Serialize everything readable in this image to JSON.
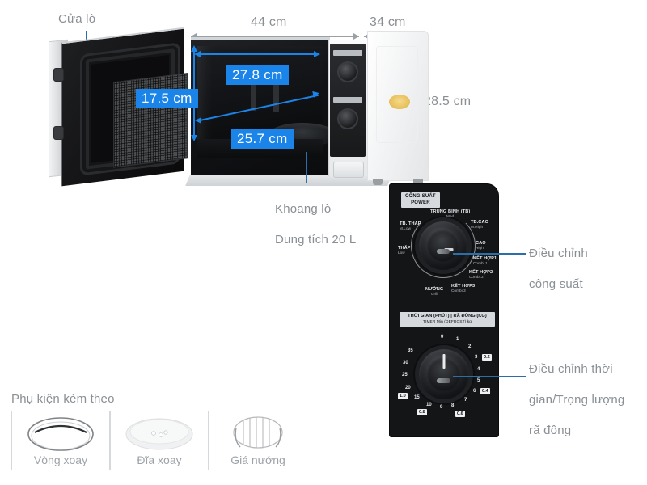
{
  "callouts": {
    "door": "Cửa lò",
    "cavity_line1": "Khoang lò",
    "cavity_line2": "Dung tích 20 L",
    "power_line1": "Điều chỉnh",
    "power_line2": "công suất",
    "timer_line1": "Điều chỉnh thời",
    "timer_line2": "gian/Trọng lượng",
    "timer_line3": "rã đông"
  },
  "dimensions": {
    "width_outer": "44 cm",
    "depth_outer": "34 cm",
    "height_outer": "28.5 cm",
    "door_height": "17.5 cm",
    "cavity_width": "27.8 cm",
    "cavity_depth": "25.7 cm"
  },
  "control_panel": {
    "power_badge_line1": "CÔNG SUẤT",
    "power_badge_line2": "POWER",
    "timer_title_line1": "THỜI GIAN (PHÚT) | RÃ ĐÔNG (KG)",
    "timer_title_line2": "TIMER Min (DEFROST) kg",
    "power_options": [
      {
        "vi": "TRUNG BÌNH (TB)",
        "en": "Med"
      },
      {
        "vi": "TB. THẤP",
        "en": "M.Low"
      },
      {
        "vi": "THẤP",
        "en": "Low"
      },
      {
        "vi": "TB.CAO",
        "en": "M.High"
      },
      {
        "vi": "CAO",
        "en": "High"
      },
      {
        "vi": "KẾT HỢP1",
        "en": "Combi.1"
      },
      {
        "vi": "KẾT HỢP2",
        "en": "Combi.2"
      },
      {
        "vi": "KẾT HỢP3",
        "en": "Combi.3"
      },
      {
        "vi": "NƯỚNG",
        "en": "Grill"
      }
    ],
    "timer_ticks": [
      "0",
      "1",
      "2",
      "3",
      "4",
      "5",
      "6",
      "7",
      "8",
      "9",
      "10",
      "15",
      "20",
      "25",
      "30",
      "35"
    ],
    "defrost_weights": [
      "0.2",
      "0.4",
      "0.6",
      "0.8",
      "1.0"
    ]
  },
  "accessories": {
    "title": "Phụ kiện kèm theo",
    "items": [
      {
        "label": "Vòng xoay",
        "icon": "roller-ring-icon"
      },
      {
        "label": "Đĩa xoay",
        "icon": "glass-turntable-icon"
      },
      {
        "label": "Giá nướng",
        "icon": "grill-rack-icon"
      }
    ]
  },
  "colors": {
    "accent_blue": "#1b84e8",
    "gray_text": "#8a8f94",
    "panel_black": "#141517",
    "logo_gold": "#e9c463"
  }
}
